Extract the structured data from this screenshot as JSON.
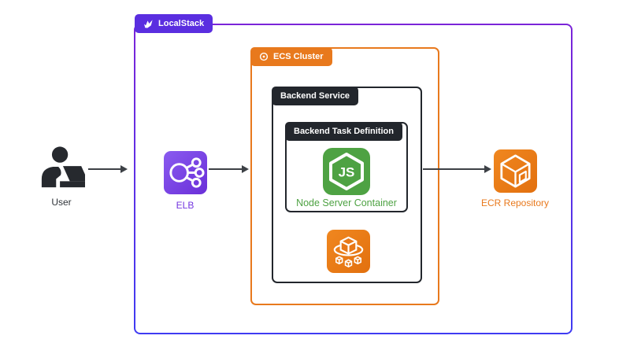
{
  "groups": {
    "localstack": {
      "label": "LocalStack"
    },
    "ecs_cluster": {
      "label": "ECS Cluster"
    },
    "backend_service": {
      "label": "Backend Service"
    },
    "task_definition": {
      "label": "Backend Task Definition"
    }
  },
  "nodes": {
    "user": {
      "label": "User"
    },
    "elb": {
      "label": "ELB"
    },
    "node_server": {
      "label": "Node Server Container",
      "icon_text": "JS"
    },
    "ecr": {
      "label": "ECR Repository"
    }
  },
  "colors": {
    "localstack_purple": "#5a2ee0",
    "outer_border_gradient_top": "#7b24d8",
    "outer_border_gradient_bottom": "#3f3bf2",
    "aws_orange": "#e8791d",
    "dark_label": "#22262c",
    "node_green": "#4ea243",
    "elb_label_purple": "#7436e0",
    "arrow_gray": "#3d4146"
  }
}
